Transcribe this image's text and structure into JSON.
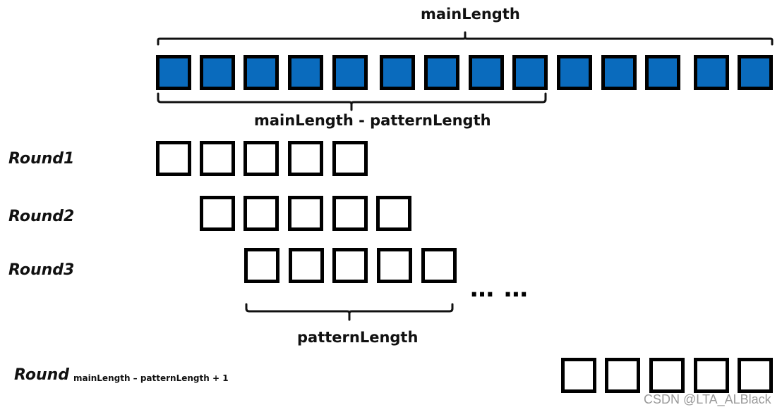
{
  "labels": {
    "main_length": "mainLength",
    "main_minus_pattern": "mainLength - patternLength",
    "pattern_length": "patternLength"
  },
  "main_array": {
    "cell_count": 14,
    "cell_color": "#0a6bbd"
  },
  "rounds": [
    {
      "label": "Round1",
      "cell_count": 5
    },
    {
      "label": "Round2",
      "cell_count": 5
    },
    {
      "label": "Round3",
      "cell_count": 5
    }
  ],
  "last_round": {
    "label": "Round",
    "subscript": "mainLength – patternLength + 1",
    "cell_count": 5
  },
  "ellipsis": "… …",
  "watermark": "CSDN @LTA_ALBlack"
}
